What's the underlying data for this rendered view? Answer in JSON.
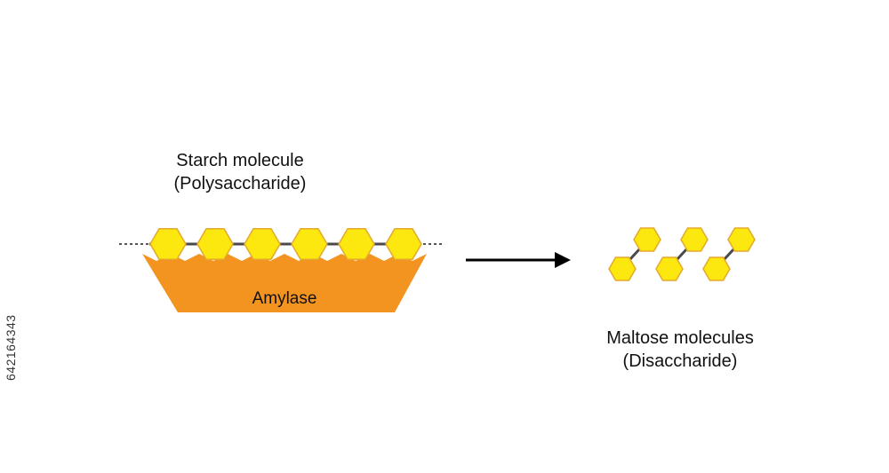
{
  "starch": {
    "title_line1": "Starch molecule",
    "title_line2": "(Polysaccharide)",
    "glucose_units": 6
  },
  "enzyme": {
    "label": "Amylase"
  },
  "maltose": {
    "title_line1": "Maltose molecules",
    "title_line2": "(Disaccharide)",
    "molecules": 3
  },
  "stock_id": "642164343",
  "colors": {
    "glucose_fill": "#FCE80E",
    "glucose_stroke": "#E3A92C",
    "enzyme_fill": "#F39420",
    "bond": "#4A4A4A",
    "arrow": "#000000",
    "text": "#111111"
  }
}
